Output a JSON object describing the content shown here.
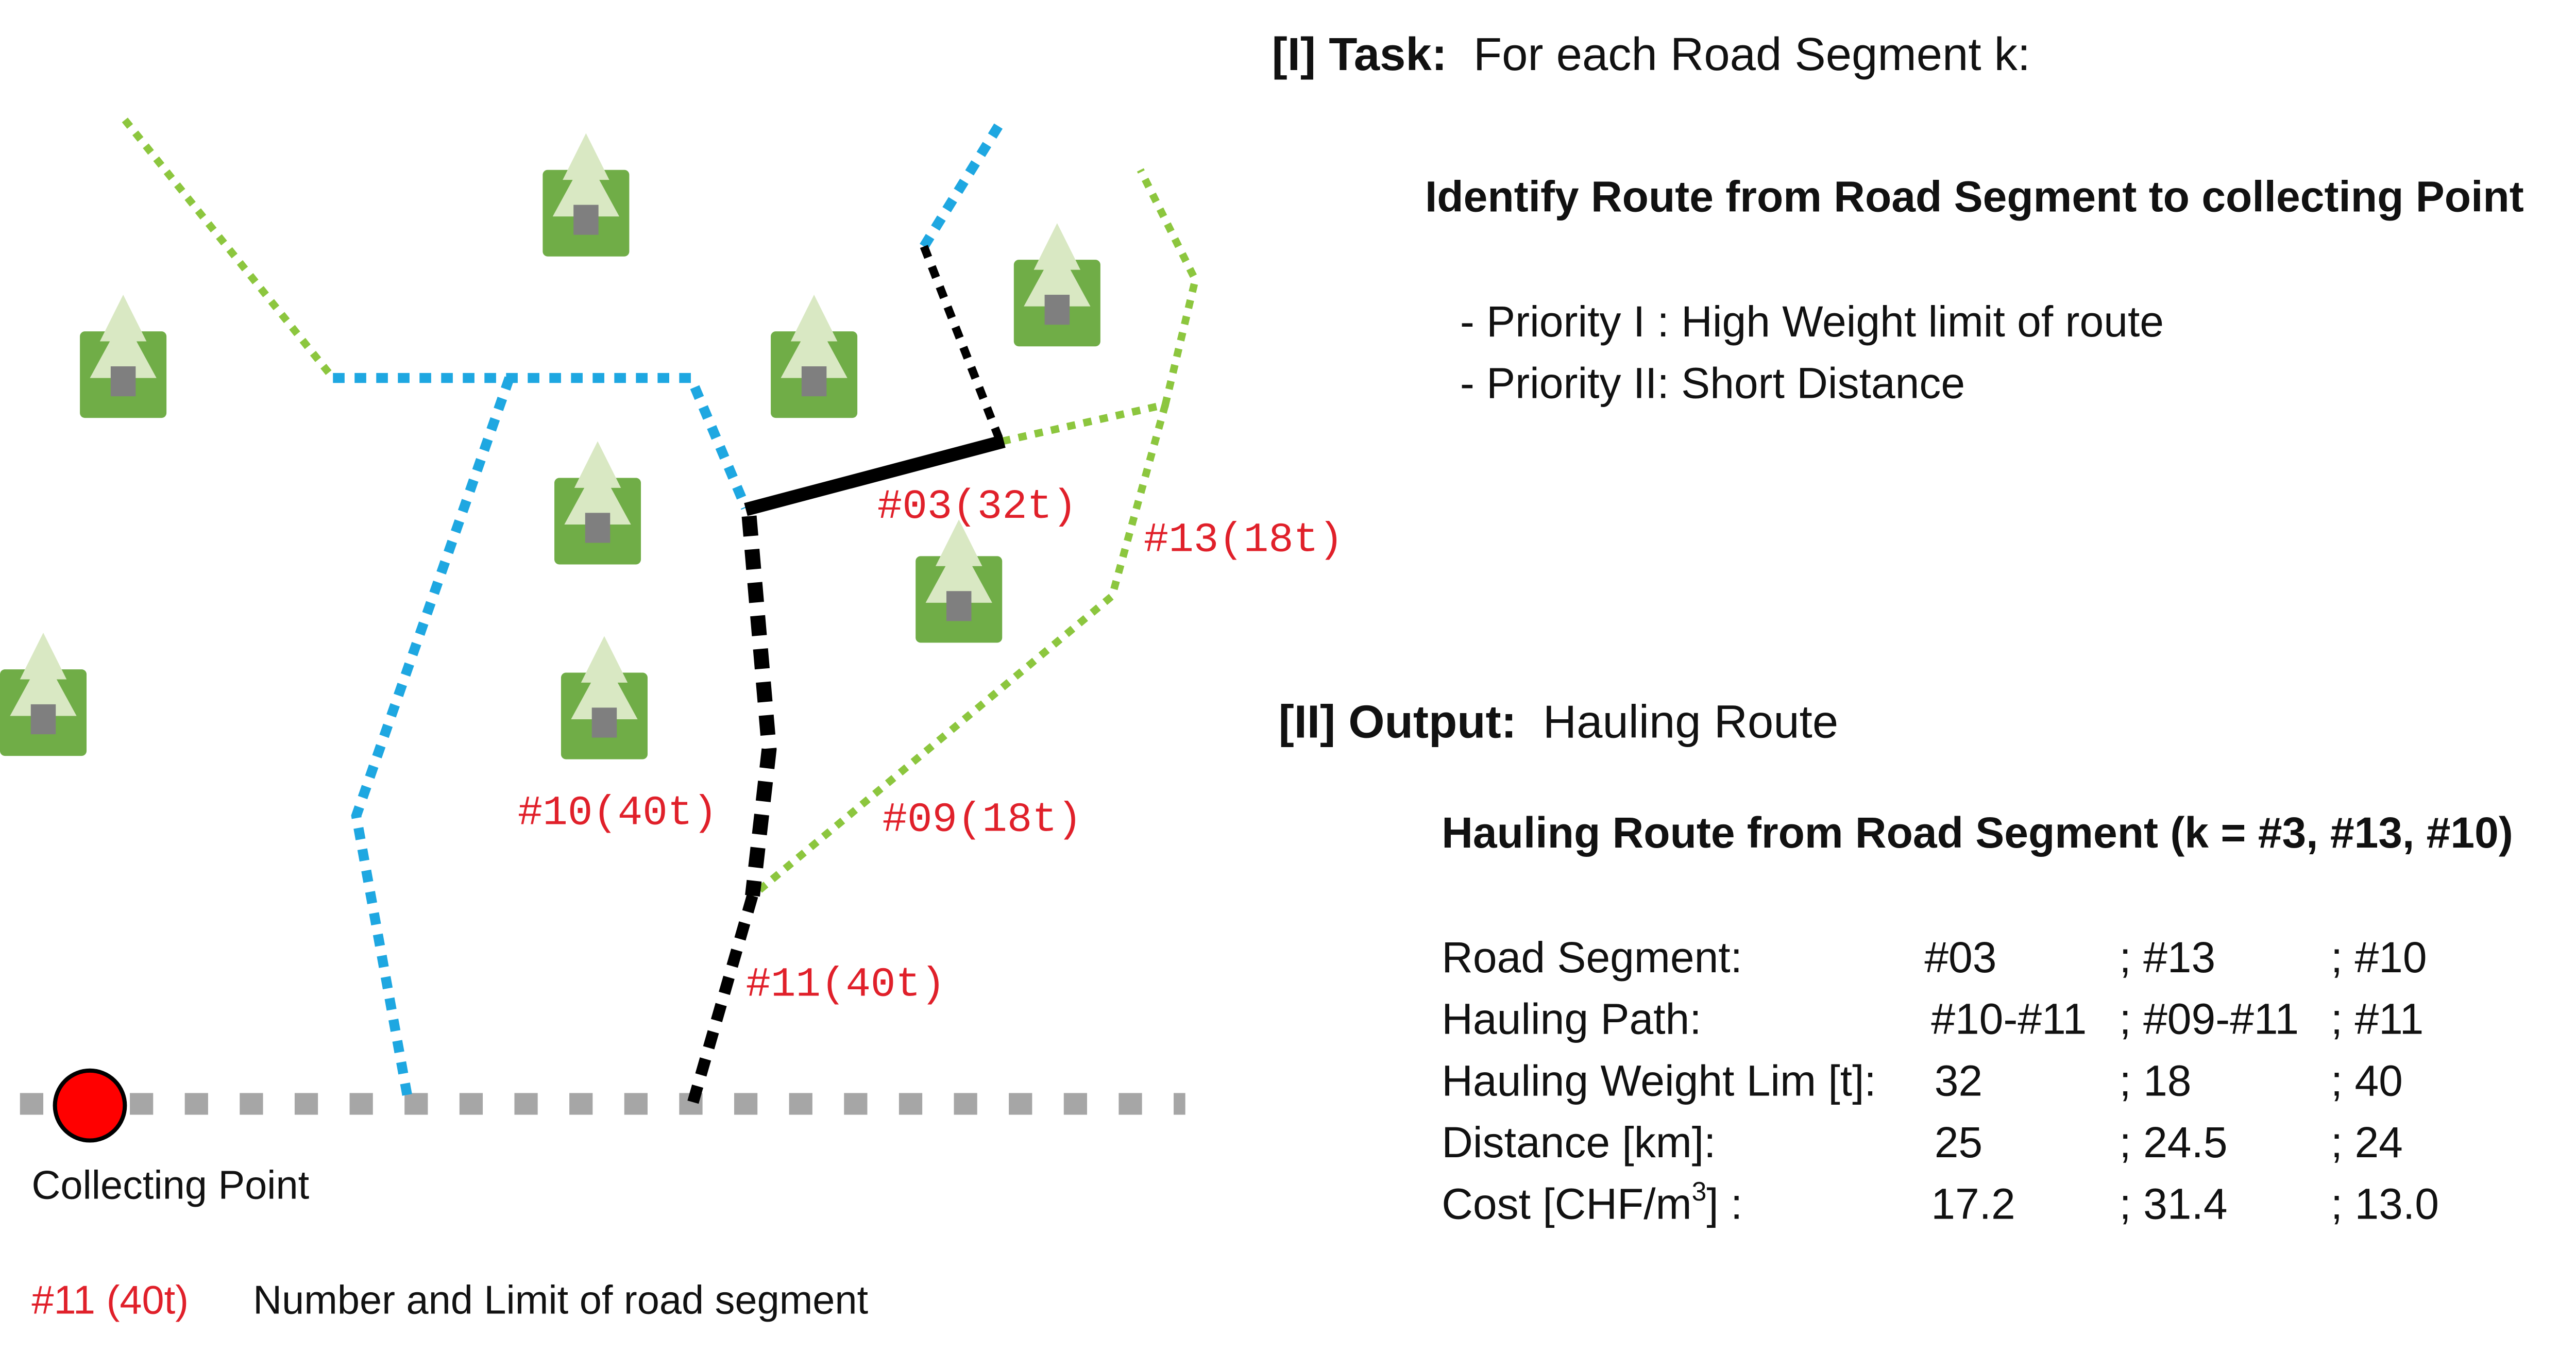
{
  "colors": {
    "road_blue": "#1ea7e1",
    "road_green": "#8cc63e",
    "route_black": "#000000",
    "main_road_gray": "#a6a6a6",
    "tree_box": "#70ad47",
    "tree_cone": "#d9e8c3",
    "tree_trunk": "#7f7f7f",
    "collecting_point": "#ff0000",
    "segment_label": "#e0202a"
  },
  "icons": {
    "tree": "tree-icon",
    "collecting_point": "red-circle-marker"
  },
  "map": {
    "segment_labels": {
      "s03": "#03(32t)",
      "s13": "#13(18t)",
      "s10": "#10(40t)",
      "s09": "#09(18t)",
      "s11": "#11(40t)"
    },
    "collecting_point_label": "Collecting Point",
    "legend": {
      "sample": "#11 (40t)",
      "description": "Number and Limit of road segment"
    }
  },
  "task": {
    "prefix": "[I] Task:",
    "text": "For each Road Segment k:",
    "identify": "Identify Route from Road Segment to collecting Point",
    "priorities": [
      "- Priority I : High Weight limit of route",
      "- Priority II: Short Distance"
    ]
  },
  "output": {
    "prefix": "[II] Output:",
    "text": "Hauling Route",
    "subtitle": "Hauling Route from Road Segment (k = #3, #13, #10)",
    "rows": [
      {
        "label": "Road Segment:",
        "values": [
          "#03",
          "; #13",
          "; #10"
        ]
      },
      {
        "label": "Hauling Path:",
        "values": [
          "#10-#11",
          "; #09-#11",
          "; #11"
        ]
      },
      {
        "label": "Hauling Weight Lim [t]:",
        "values": [
          "32",
          "; 18",
          "; 40"
        ]
      },
      {
        "label": "Distance [km]:",
        "values": [
          "25",
          "; 24.5",
          "; 24"
        ]
      },
      {
        "label_prefix": "Cost [CHF/m",
        "label_sup": "3",
        "label_suffix": "] :",
        "values": [
          "17.2",
          "; 31.4",
          "; 13.0"
        ]
      }
    ]
  }
}
